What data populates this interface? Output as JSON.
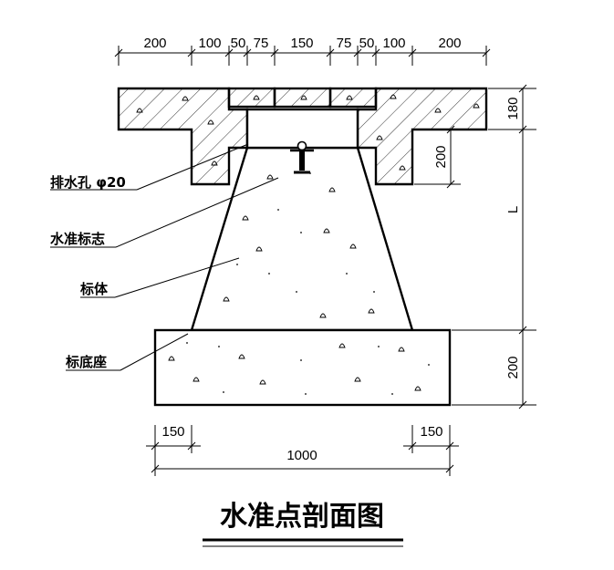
{
  "title": "水准点剖面图",
  "top_dimensions": [
    "200",
    "100",
    "50",
    "75",
    "150",
    "75",
    "50",
    "100",
    "200"
  ],
  "right_dimensions": {
    "top": "180",
    "middle": "L",
    "bottom": "200"
  },
  "inner_dimension": "200",
  "bottom_dimensions": {
    "left": "150",
    "right": "150",
    "total": "1000"
  },
  "labels": {
    "drain_hole": "排水孔 φ20",
    "level_mark": "水准标志",
    "marker_body": "标体",
    "marker_base": "标底座"
  }
}
